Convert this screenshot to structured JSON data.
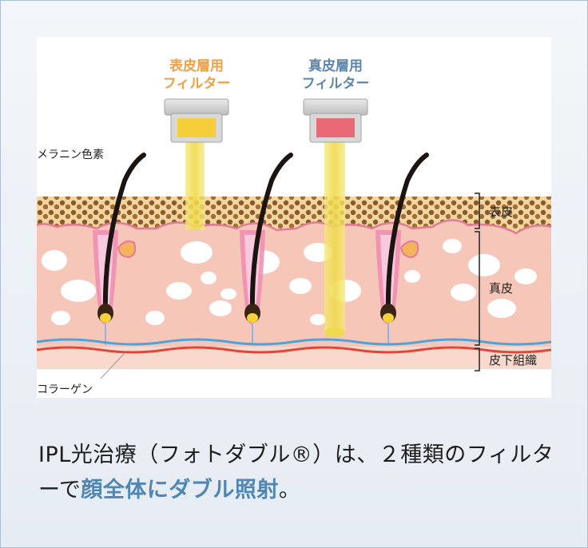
{
  "filters": {
    "epidermis": {
      "line1": "表皮層用",
      "line2": "フィルター",
      "color": "#f0a042",
      "chip": "#f4cf3a"
    },
    "dermis": {
      "line1": "真皮層用",
      "line2": "フィルター",
      "color": "#5b86ad",
      "chip": "#e86a78"
    }
  },
  "labels": {
    "melanin": "メラニン色素",
    "collagen": "コラーゲン",
    "epidermis": "表皮",
    "dermis": "真皮",
    "subcutis": "皮下組織"
  },
  "caption": {
    "part1": "IPL光治療（フォトダブル®）は、２種類のフィルターで",
    "highlight": "顔全体にダブル照射",
    "end": "。"
  },
  "colors": {
    "accent": "#4f86b3",
    "beam": "#f3e15a",
    "skin": "#f6c6b8",
    "melanin": "#8a5a2b",
    "vessel_red": "#e2453a",
    "vessel_blue": "#4fa3d8"
  }
}
